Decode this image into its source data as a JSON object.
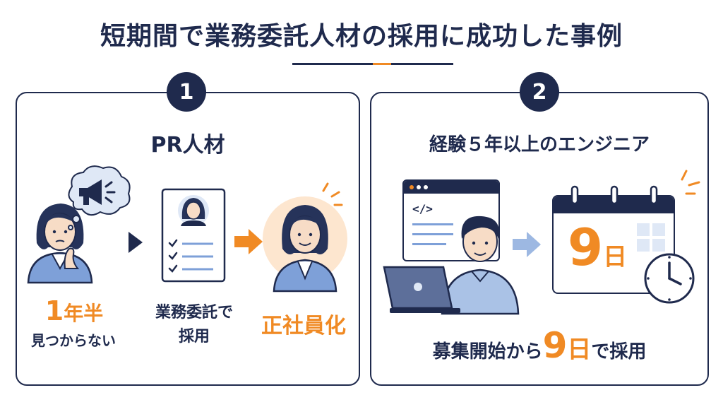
{
  "title": "短期間で業務委託人材の採用に成功した事例",
  "case1": {
    "number": "1",
    "title": "PR人材",
    "step1_big_num": "1",
    "step1_big_unit": "年半",
    "step1_sub": "見つからない",
    "step2_line1": "業務委託で",
    "step2_line2": "採用",
    "step3": "正社員化"
  },
  "case2": {
    "number": "2",
    "title": "経験５年以上のエンジニア",
    "code_symbol": "</>",
    "calendar_num": "9",
    "calendar_unit": "日",
    "result_pre": "募集開始から",
    "result_num": "9",
    "result_unit": "日",
    "result_post": "で採用"
  },
  "colors": {
    "navy": "#1f2a4d",
    "orange": "#f08a24",
    "light_blue": "#dfe8f6",
    "blue": "#7ea0d8",
    "peach": "#fde6cf"
  },
  "icons": [
    "thinking-woman-icon",
    "megaphone-icon",
    "resume-icon",
    "arrow-right-icon",
    "employee-woman-icon",
    "browser-window-icon",
    "engineer-man-icon",
    "laptop-icon",
    "calendar-icon",
    "clock-icon"
  ]
}
